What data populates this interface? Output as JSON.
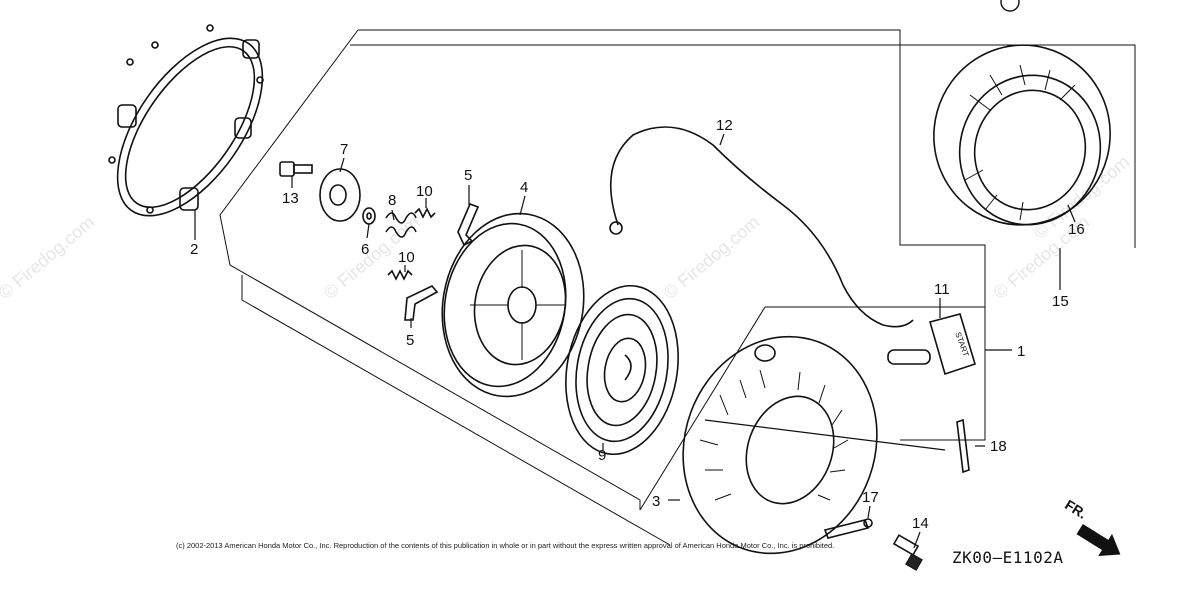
{
  "watermark_text": "© Firedog.com",
  "callouts": {
    "c1": "1",
    "c2": "2",
    "c3": "3",
    "c4": "4",
    "c5a": "5",
    "c5b": "5",
    "c6": "6",
    "c7": "7",
    "c8": "8",
    "c9": "9",
    "c10a": "10",
    "c10b": "10",
    "c11": "11",
    "c12": "12",
    "c13": "13",
    "c14": "14",
    "c15": "15",
    "c16": "16",
    "c17": "17",
    "c18": "18"
  },
  "direction_label": "FR.",
  "handle_label": "START",
  "copyright": "(c) 2002-2013 American Honda Motor Co., Inc. Reproduction of the contents of this publication in whole or in part without the express written approval of American Honda Motor Co., Inc. is prohibited.",
  "figure_code": "ZK00—E1102A"
}
